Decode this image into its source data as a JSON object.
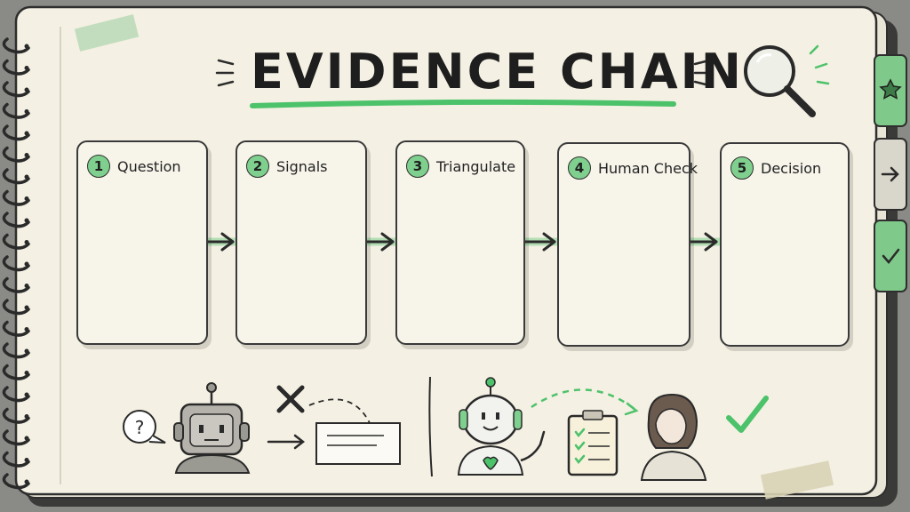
{
  "title": "EVIDENCE CHAIN",
  "colors": {
    "paper": "#f4f0e3",
    "accent_green": "#4cc26a",
    "light_green": "#7fd08e",
    "ink": "#2a2a2a",
    "tab_green": "#7fc98a",
    "tab_gray": "#d9d6cc"
  },
  "steps": [
    {
      "number": "1",
      "label": "Question",
      "icon": "question-mark-icon"
    },
    {
      "number": "2",
      "label": "Signals",
      "icon": "scattered-signals-icon"
    },
    {
      "number": "3",
      "label": "Triangulate",
      "icon": "triangle-network-icon"
    },
    {
      "number": "4",
      "label": "Human Check",
      "icon": "person-with-clipboard-icon"
    },
    {
      "number": "5",
      "label": "Decision",
      "icon": "check-circle-icon"
    }
  ],
  "side_tabs": [
    {
      "icon": "star-icon"
    },
    {
      "icon": "arrow-right-icon"
    },
    {
      "icon": "checkmark-icon"
    }
  ],
  "bottom_left": {
    "icons": [
      "question-bubble-icon",
      "robot-icon",
      "x-mark-icon",
      "arrow-right-icon",
      "document-box-icon"
    ]
  },
  "bottom_right": {
    "icons": [
      "friendly-robot-icon",
      "clipboard-checklist-icon",
      "person-icon",
      "checkmark-icon"
    ]
  }
}
